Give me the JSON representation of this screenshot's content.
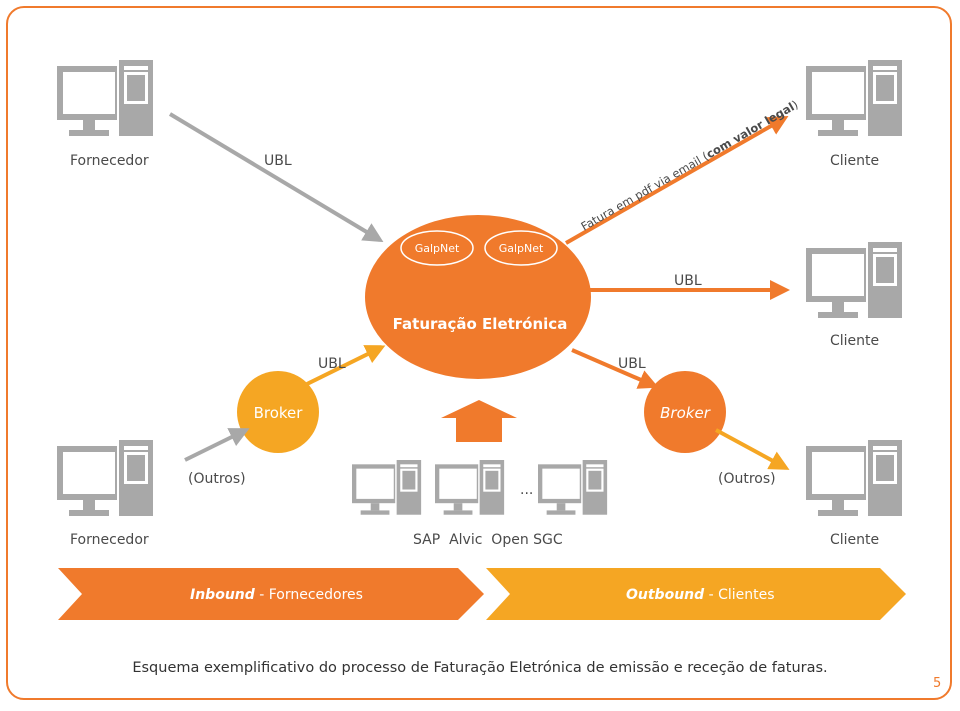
{
  "colors": {
    "orange": "#f07a2c",
    "amber": "#f5a623",
    "gray": "#a8a8a8",
    "frame": "#f07a2c"
  },
  "nodes": {
    "fornecedor_top": "Fornecedor",
    "fornecedor_bottom": "Fornecedor",
    "cliente_top": "Cliente",
    "cliente_mid": "Cliente",
    "cliente_bottom": "Cliente",
    "broker_left": "Broker",
    "broker_right": "Broker",
    "galpnet_1": "GalpNet",
    "galpnet_2": "GalpNet",
    "hub_title": "Faturação Eletrónica"
  },
  "edges": {
    "ubl_top_left": "UBL",
    "ubl_right_mid": "UBL",
    "ubl_broker_left": "UBL",
    "ubl_broker_right": "UBL",
    "outros_left": "(Outros)",
    "outros_right": "(Outros)",
    "fatura_pdf_prefix": "Fatura em pdf via email (",
    "fatura_pdf_bold": "com valor legal",
    "fatura_pdf_suffix": ")"
  },
  "erp": {
    "ellipsis": "...",
    "systems_label": "SAP  Alvic  Open SGC"
  },
  "bands": {
    "inbound_bold": "Inbound",
    "inbound_rest": " - Fornecedores",
    "outbound_bold": "Outbound",
    "outbound_rest": " - Clientes"
  },
  "caption": "Esquema exemplificativo do processo de Faturação Eletrónica de emissão e receção de faturas.",
  "page_number": "5"
}
